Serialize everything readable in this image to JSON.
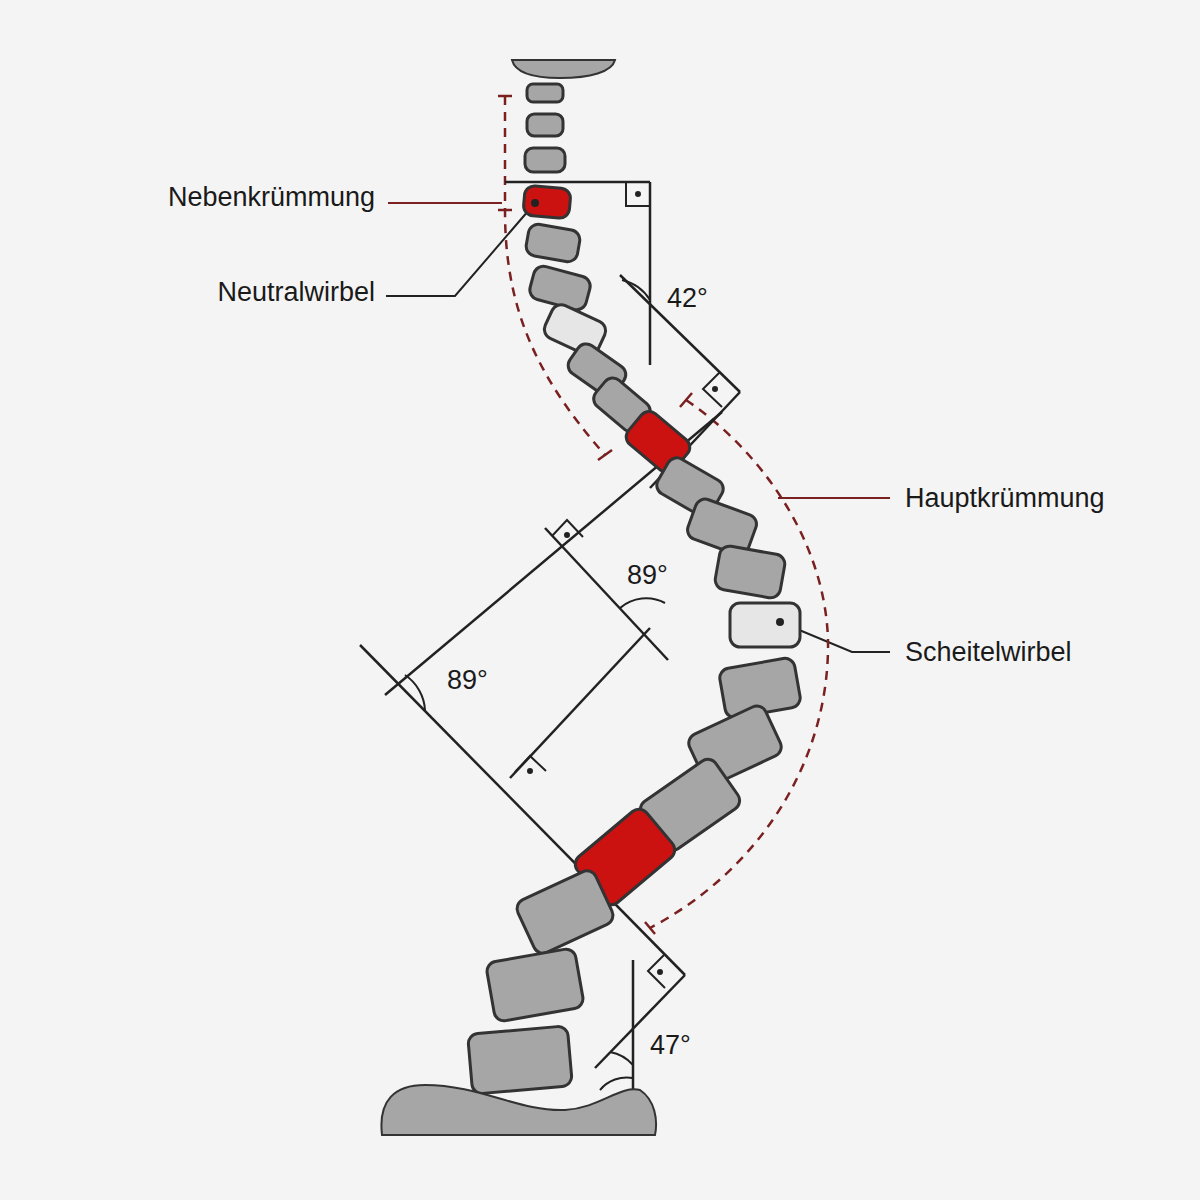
{
  "diagram": {
    "labels": [
      "Nebenkrümmung",
      "Neutralwirbel",
      "42°",
      "Hauptkrümmung",
      "89°",
      "89°",
      "Scheitelwirbel",
      "47°"
    ]
  }
}
